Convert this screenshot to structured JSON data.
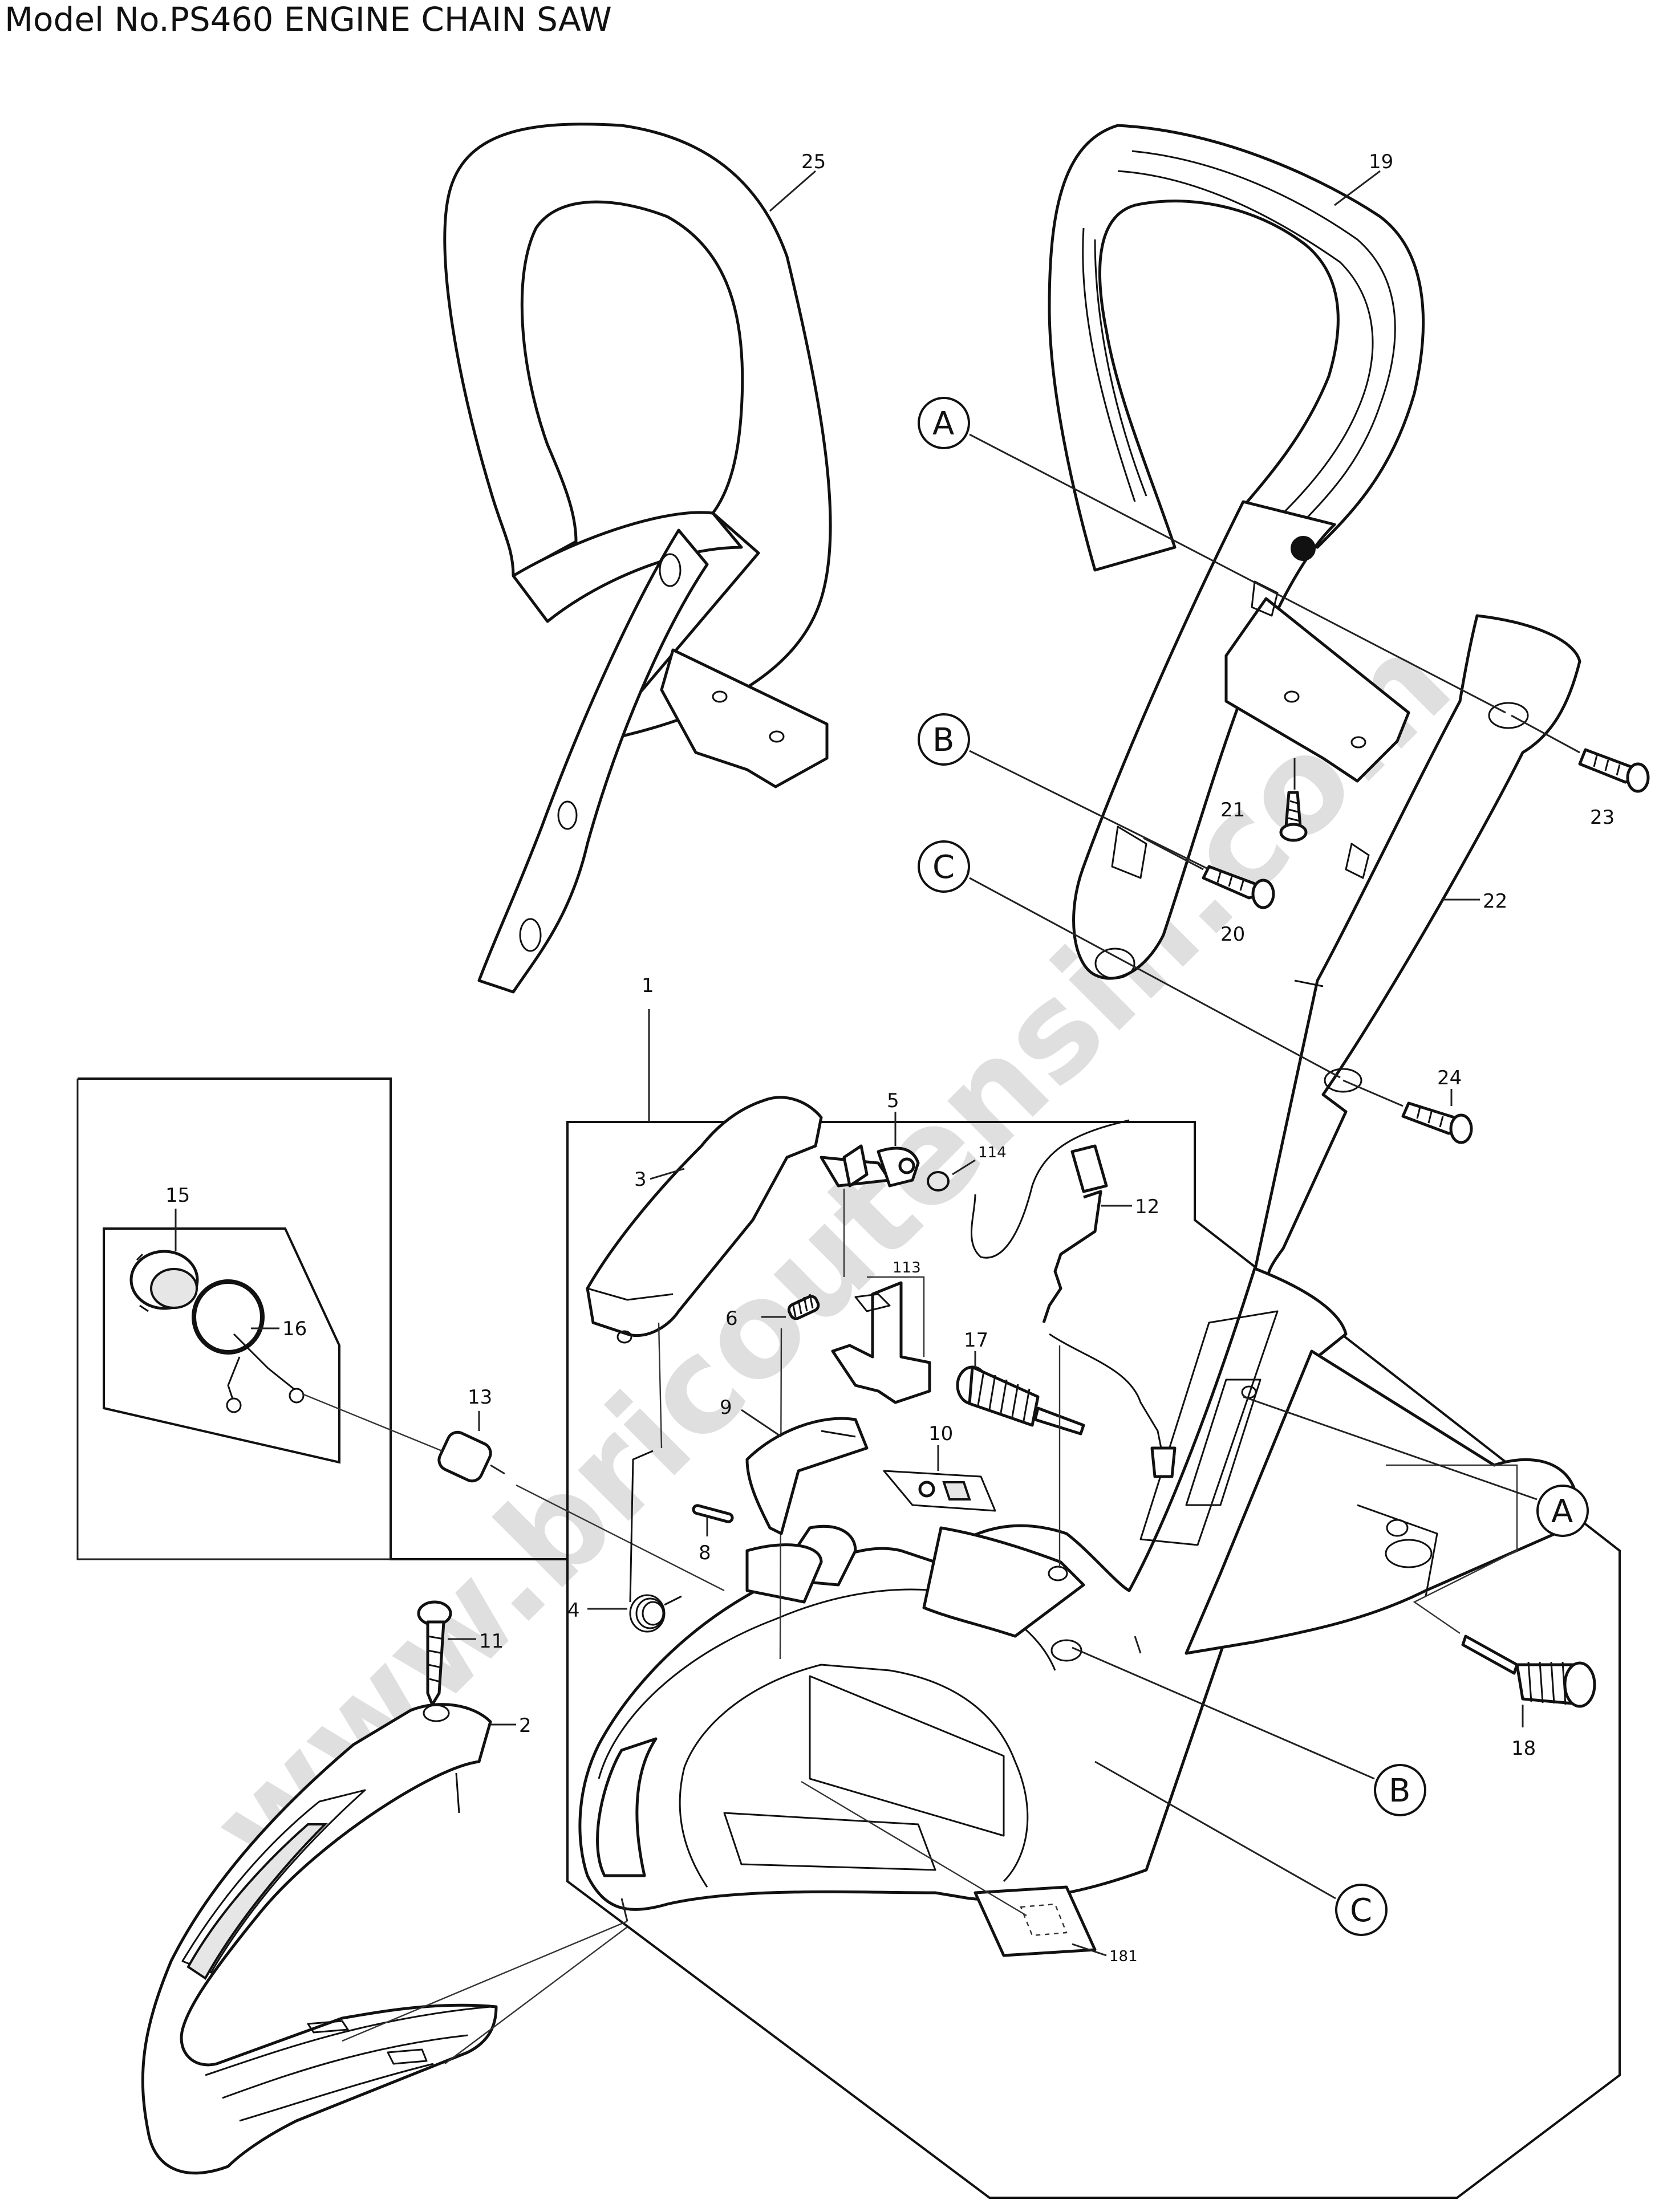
{
  "title": "Model No.PS460 ENGINE CHAIN SAW",
  "watermark": "www.bricoutensili.com",
  "part_labels": {
    "p1": "1",
    "p2": "2",
    "p3": "3",
    "p4": "4",
    "p5": "5",
    "p6": "6",
    "p8": "8",
    "p9": "9",
    "p10": "10",
    "p11": "11",
    "p12": "12",
    "p13": "13",
    "p15": "15",
    "p16": "16",
    "p17": "17",
    "p18": "18",
    "p19": "19",
    "p20": "20",
    "p21": "21",
    "p22": "22",
    "p23": "23",
    "p24": "24",
    "p25": "25",
    "p113": "113",
    "p114": "114",
    "p181": "181"
  },
  "reference_markers": {
    "a_top": "A",
    "b_top": "B",
    "c_top": "C",
    "a_bottom": "A",
    "b_bottom": "B",
    "c_bottom": "C"
  }
}
